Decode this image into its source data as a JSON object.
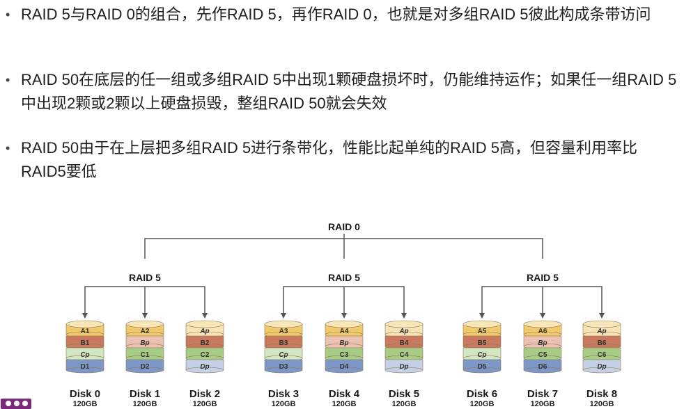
{
  "bullets": [
    "RAID 5与RAID 0的组合，先作RAID 5，再作RAID 0，也就是对多组RAID 5彼此构成条带访问",
    "RAID 50在底层的任一组或多组RAID 5中出现1颗硬盘损坏时，仍能维持运作；如果任一组RAID 5中出现2颗或2颗以上硬盘损毁，整组RAID 50就会失效",
    "RAID 50由于在上层把多组RAID 5进行条带化，性能比起单纯的RAID 5高，但容量利用率比RAID5要低"
  ],
  "bullet_symbol": "•",
  "diagram": {
    "root_label": "RAID 0",
    "groups": [
      {
        "label": "RAID 5",
        "disks": [
          {
            "name": "Disk 0",
            "capacity": "120GB",
            "blocks": [
              "A1",
              "B1",
              "Cp",
              "D1"
            ]
          },
          {
            "name": "Disk 1",
            "capacity": "120GB",
            "blocks": [
              "A2",
              "Bp",
              "C1",
              "D2"
            ]
          },
          {
            "name": "Disk 2",
            "capacity": "120GB",
            "blocks": [
              "Ap",
              "B2",
              "C2",
              "Dp"
            ]
          }
        ]
      },
      {
        "label": "RAID 5",
        "disks": [
          {
            "name": "Disk 3",
            "capacity": "120GB",
            "blocks": [
              "A3",
              "B3",
              "Cp",
              "D3"
            ]
          },
          {
            "name": "Disk 4",
            "capacity": "120GB",
            "blocks": [
              "A4",
              "Bp",
              "C3",
              "D4"
            ]
          },
          {
            "name": "Disk 5",
            "capacity": "120GB",
            "blocks": [
              "Ap",
              "B4",
              "C4",
              "Dp"
            ]
          }
        ]
      },
      {
        "label": "RAID 5",
        "disks": [
          {
            "name": "Disk 6",
            "capacity": "120GB",
            "blocks": [
              "A5",
              "B5",
              "Cp",
              "D5"
            ]
          },
          {
            "name": "Disk 7",
            "capacity": "120GB",
            "blocks": [
              "A6",
              "Bp",
              "C5",
              "D6"
            ]
          },
          {
            "name": "Disk 8",
            "capacity": "120GB",
            "blocks": [
              "Ap",
              "B6",
              "C6",
              "Dp"
            ]
          }
        ]
      }
    ],
    "colors": {
      "row_a": "#f2c96a",
      "row_b": "#c97a5e",
      "row_c": "#a8cc86",
      "row_d": "#7d98c8",
      "parity_a": "#f7e3b3",
      "parity_b": "#ebc1b2",
      "parity_c": "#d3e6c2",
      "parity_d": "#c3d0e6",
      "line": "#555555"
    }
  }
}
